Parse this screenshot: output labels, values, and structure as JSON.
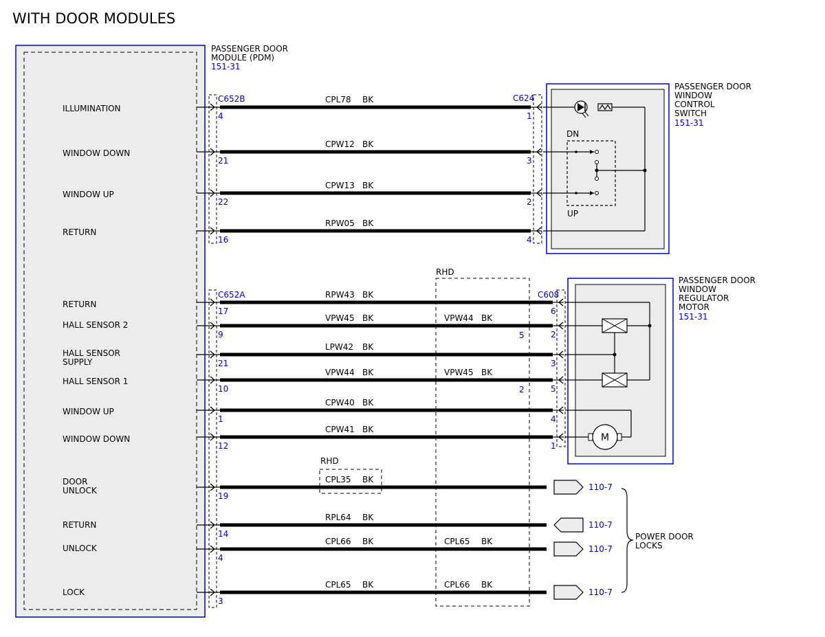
{
  "title": "WITH DOOR MODULES",
  "colors": {
    "blue": "#0000cc",
    "module_fill": "#ececec",
    "wire": "#000000"
  },
  "pdm": {
    "name_lines": [
      "PASSENGER DOOR",
      "MODULE (PDM)"
    ],
    "ref": "151-31"
  },
  "switch": {
    "name_lines": [
      "PASSENGER DOOR",
      "WINDOW",
      "CONTROL",
      "SWITCH"
    ],
    "ref": "151-31",
    "dn": "DN",
    "up": "UP"
  },
  "motor": {
    "name_lines": [
      "PASSENGER DOOR",
      "WINDOW",
      "REGULATOR",
      "MOTOR"
    ],
    "ref": "151-31",
    "motor_symbol": "M"
  },
  "connectors": {
    "c652b": "C652B",
    "c624": "C624",
    "c652a": "C652A",
    "c608": "C608"
  },
  "rhd": {
    "large": "RHD",
    "small": "RHD"
  },
  "power_door_locks": [
    "POWER DOOR",
    "LOCKS"
  ],
  "pdm_labels": [
    {
      "lines": [
        "ILLUMINATION"
      ]
    },
    {
      "lines": [
        "WINDOW DOWN"
      ]
    },
    {
      "lines": [
        "WINDOW UP"
      ]
    },
    {
      "lines": [
        "RETURN"
      ]
    },
    {
      "lines": [
        "RETURN"
      ]
    },
    {
      "lines": [
        "HALL SENSOR 2"
      ]
    },
    {
      "lines": [
        "HALL SENSOR",
        "SUPPLY"
      ]
    },
    {
      "lines": [
        "HALL SENSOR 1"
      ]
    },
    {
      "lines": [
        "WINDOW UP"
      ]
    },
    {
      "lines": [
        "WINDOW DOWN"
      ]
    },
    {
      "lines": [
        "DOOR",
        "UNLOCK"
      ]
    },
    {
      "lines": [
        "RETURN"
      ]
    },
    {
      "lines": [
        "UNLOCK"
      ]
    },
    {
      "lines": [
        "LOCK"
      ]
    }
  ],
  "wires": [
    {
      "pin_left": "4",
      "circuit": "CPL78",
      "color": "BK",
      "pin_right": "1",
      "end": "switch"
    },
    {
      "pin_left": "21",
      "circuit": "CPW12",
      "color": "BK",
      "pin_right": "3",
      "end": "switch"
    },
    {
      "pin_left": "22",
      "circuit": "CPW13",
      "color": "BK",
      "pin_right": "2",
      "end": "switch"
    },
    {
      "pin_left": "16",
      "circuit": "RPW05",
      "color": "BK",
      "pin_right": "4",
      "end": "switch"
    },
    {
      "pin_left": "17",
      "circuit": "RPW43",
      "color": "BK",
      "pin_right": "6",
      "end": "motor"
    },
    {
      "pin_left": "9",
      "circuit": "VPW45",
      "color": "BK",
      "alt_circuit": "VPW44",
      "alt_color": "BK",
      "alt_pin": "5",
      "pin_right": "2",
      "end": "motor"
    },
    {
      "pin_left": "21",
      "circuit": "LPW42",
      "color": "BK",
      "pin_right": "3",
      "end": "motor"
    },
    {
      "pin_left": "10",
      "circuit": "VPW44",
      "color": "BK",
      "alt_circuit": "VPW45",
      "alt_color": "BK",
      "alt_pin": "2",
      "pin_right": "5",
      "end": "motor"
    },
    {
      "pin_left": "1",
      "circuit": "CPW40",
      "color": "BK",
      "pin_right": "4",
      "end": "motor"
    },
    {
      "pin_left": "12",
      "circuit": "CPW41",
      "color": "BK",
      "pin_right": "1",
      "end": "motor"
    },
    {
      "pin_left": "19",
      "circuit": "CPL35",
      "color": "BK",
      "end": "tag_out",
      "ref": "110-7"
    },
    {
      "pin_left": "14",
      "circuit": "RPL64",
      "color": "BK",
      "end": "tag_in",
      "ref": "110-7"
    },
    {
      "pin_left": "4",
      "circuit": "CPL66",
      "color": "BK",
      "alt_circuit": "CPL65",
      "alt_color": "BK",
      "end": "tag_out",
      "ref": "110-7"
    },
    {
      "pin_left": "3",
      "circuit": "CPL65",
      "color": "BK",
      "alt_circuit": "CPL66",
      "alt_color": "BK",
      "end": "tag_out",
      "ref": "110-7"
    }
  ]
}
